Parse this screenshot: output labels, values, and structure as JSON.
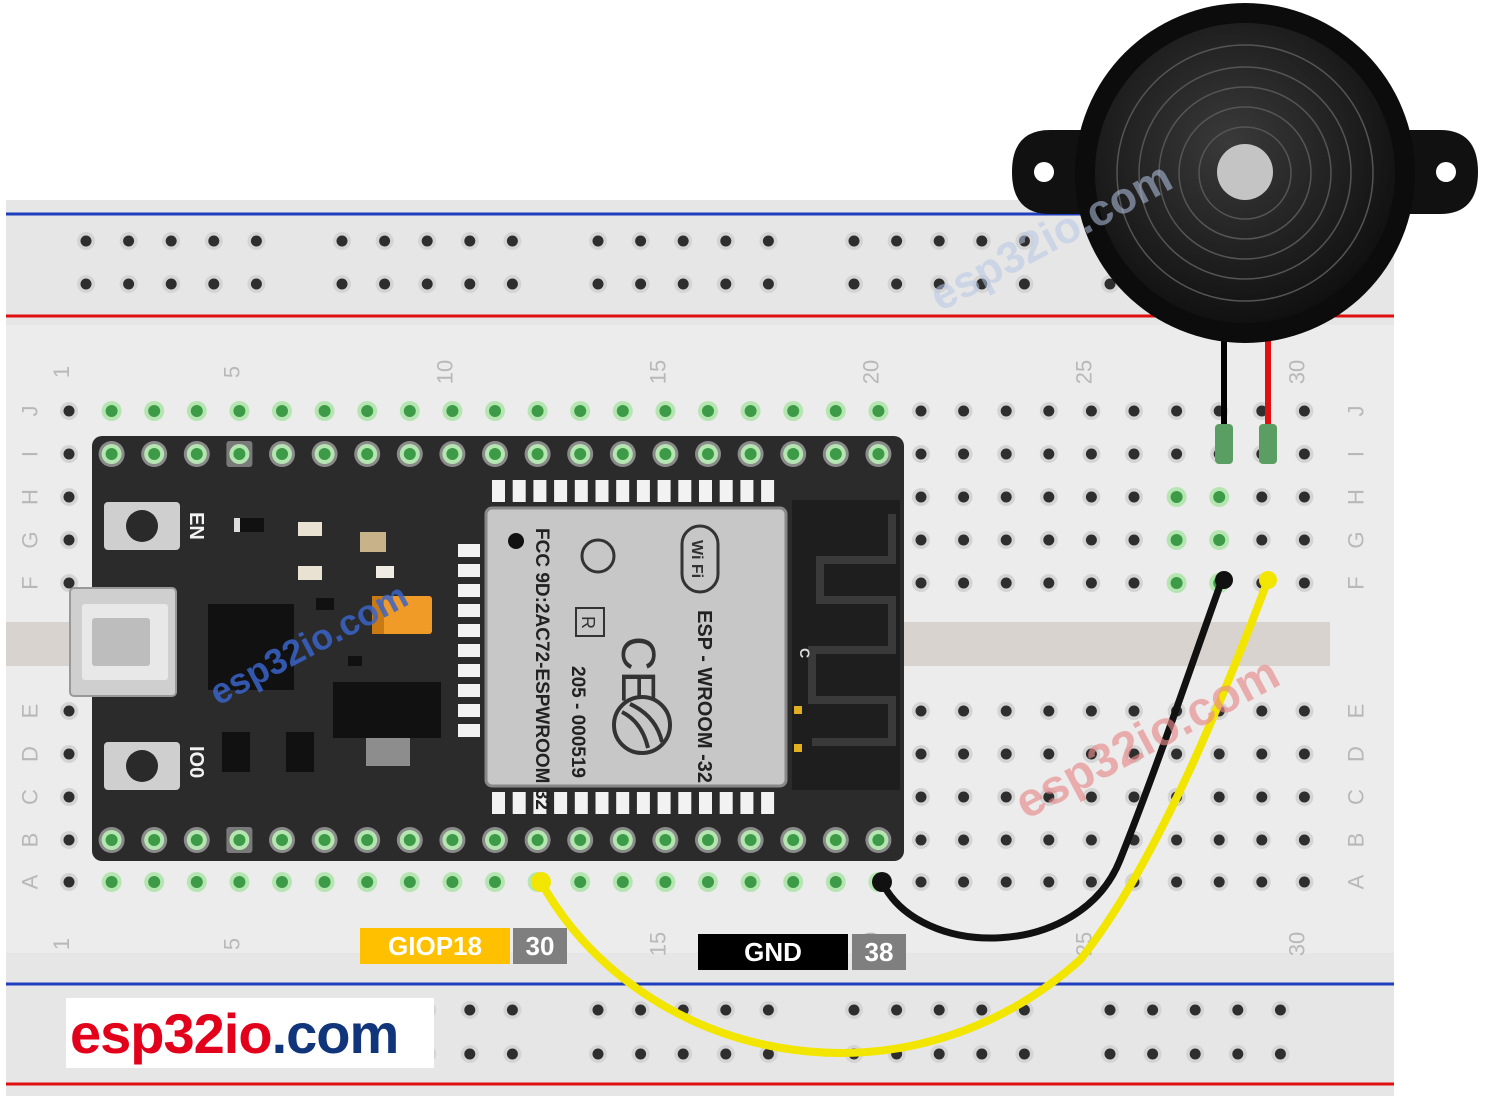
{
  "breadboard": {
    "column_numbers": [
      "1",
      "5",
      "10",
      "15",
      "20",
      "25",
      "30"
    ],
    "row_letters_top": [
      "J",
      "I",
      "H",
      "G",
      "F"
    ],
    "row_letters_bottom": [
      "E",
      "D",
      "C",
      "B",
      "A"
    ]
  },
  "board": {
    "button_en": "EN",
    "button_io0": "IO0",
    "module_brand": "ESP - WROOM -32",
    "module_fcc": "FCC 9D:2AC72-ESPWROOM 32",
    "module_cert": "205 - 000519",
    "module_r_mark": "R",
    "module_wifi": "Wi Fi",
    "antenna_mark": "C"
  },
  "labels": {
    "signal_name": "GIOP18",
    "signal_pin": "30",
    "ground_name": "GND",
    "ground_pin": "38"
  },
  "watermarks": [
    "esp32io.com",
    "esp32io.com",
    "esp32io.com"
  ],
  "logo": {
    "part1": "esp32",
    "part2": "io",
    "part3": ".com"
  },
  "colors": {
    "signal_label_bg": "#ffc000",
    "ground_label_bg": "#000000",
    "pin_label_bg": "#7f7f7f",
    "wire_signal": "#f2e600",
    "wire_ground": "#111111",
    "rail_blue": "#1f3fbf",
    "rail_red": "#e01010",
    "pcb": "#2b2b2b",
    "logo_red": "#e3001b",
    "logo_blue": "#10357a"
  }
}
